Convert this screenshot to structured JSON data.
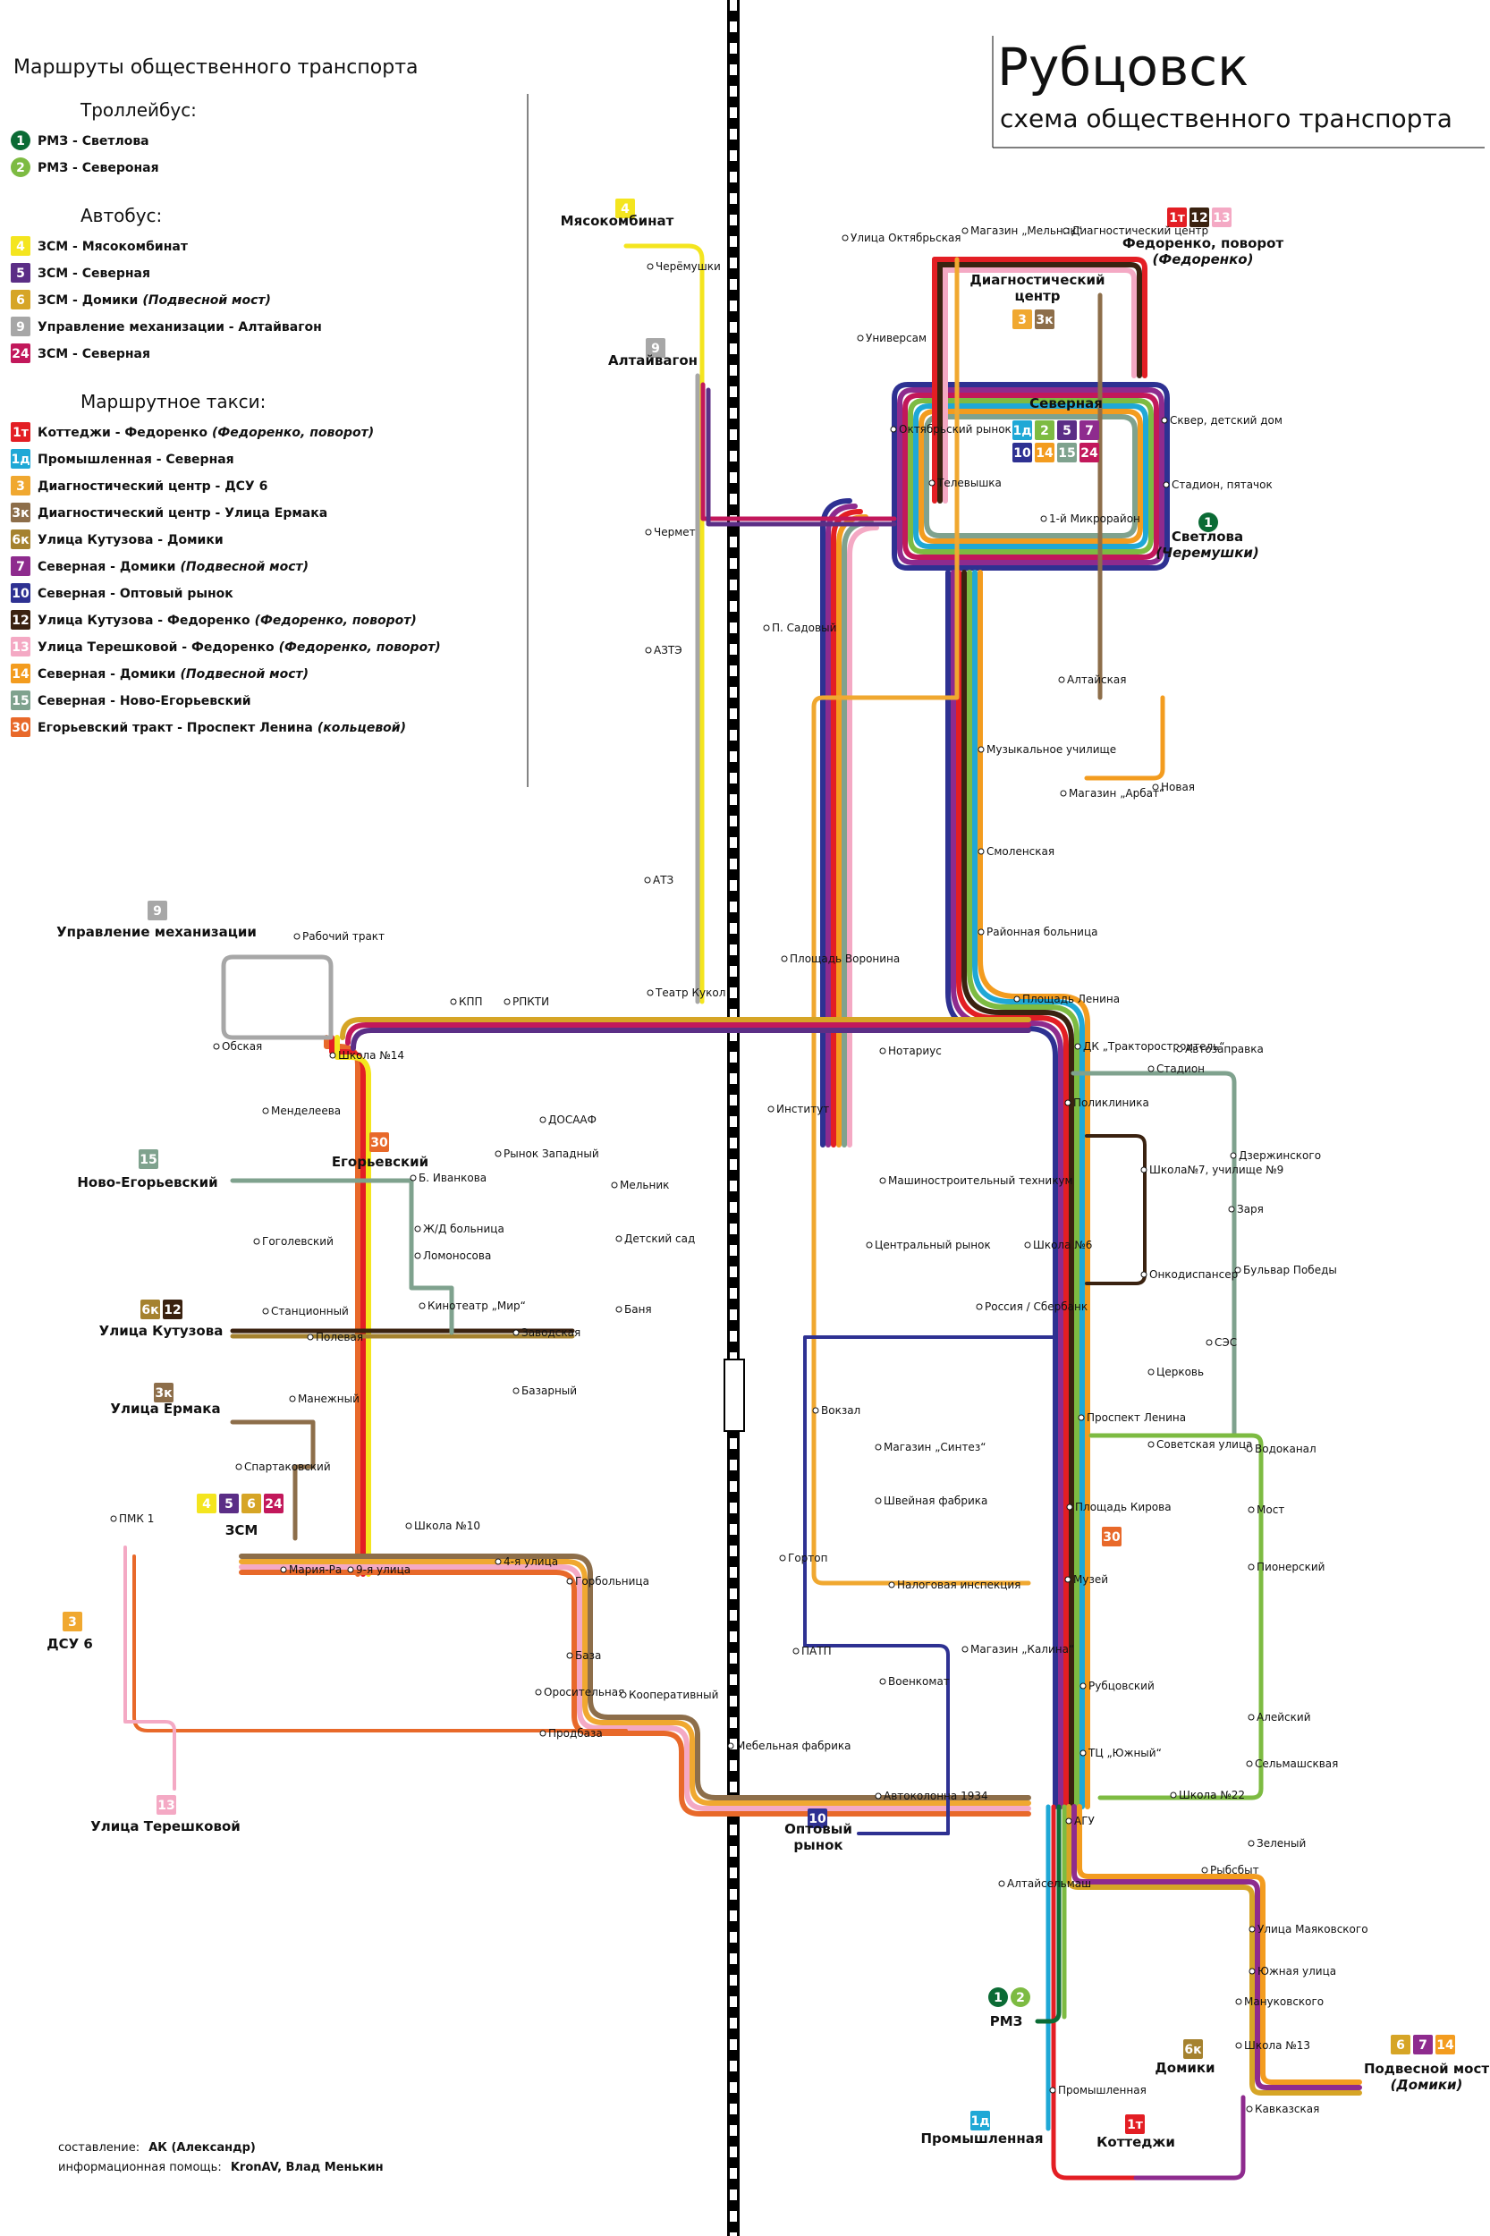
{
  "title": {
    "city": "Рубцовск",
    "subtitle": "схема общественного транспорта"
  },
  "legend": {
    "heading": "Маршруты общественного транспорта",
    "sections": [
      {
        "name": "Троллейбус:",
        "items": [
          {
            "code": "1",
            "color": "#0b6b35",
            "shape": "circle",
            "label": "РМЗ - Светлова",
            "note": ""
          },
          {
            "code": "2",
            "color": "#7dbb42",
            "shape": "circle",
            "label": "РМЗ - Североная",
            "note": ""
          }
        ]
      },
      {
        "name": "Автобус:",
        "items": [
          {
            "code": "4",
            "color": "#f4e51f",
            "shape": "square",
            "label": "ЗСМ - Мясокомбинат",
            "note": ""
          },
          {
            "code": "5",
            "color": "#5b2e86",
            "shape": "square",
            "label": "ЗСМ - Северная",
            "note": ""
          },
          {
            "code": "6",
            "color": "#d6a526",
            "shape": "square",
            "label": "ЗСМ - Домики",
            "note": "(Подвесной мост)"
          },
          {
            "code": "9",
            "color": "#a7a7a7",
            "shape": "square",
            "label": "Управление механизации - Алтайвагон",
            "note": ""
          },
          {
            "code": "24",
            "color": "#c2185b",
            "shape": "square",
            "label": "ЗСМ - Северная",
            "note": ""
          }
        ]
      },
      {
        "name": "Маршрутное такси:",
        "items": [
          {
            "code": "1т",
            "color": "#e31e24",
            "shape": "square",
            "label": "Коттеджи - Федоренко",
            "note": "(Федоренко, поворот)"
          },
          {
            "code": "1д",
            "color": "#1fa8d6",
            "shape": "square",
            "label": "Промышленная - Северная",
            "note": ""
          },
          {
            "code": "3",
            "color": "#f0a830",
            "shape": "square",
            "label": "Диагностический центр - ДСУ 6",
            "note": ""
          },
          {
            "code": "3к",
            "color": "#8d6e4a",
            "shape": "square",
            "label": "Диагностический центр - Улица Ермака",
            "note": ""
          },
          {
            "code": "6к",
            "color": "#a5822f",
            "shape": "square",
            "label": "Улица Кутузова - Домики",
            "note": ""
          },
          {
            "code": "7",
            "color": "#8e2b8e",
            "shape": "square",
            "label": "Северная - Домики",
            "note": "(Подвесной мост)"
          },
          {
            "code": "10",
            "color": "#2e3192",
            "shape": "square",
            "label": "Северная - Оптовый рынок",
            "note": ""
          },
          {
            "code": "12",
            "color": "#3a2210",
            "shape": "square",
            "label": "Улица Кутузова - Федоренко",
            "note": "(Федоренко, поворот)"
          },
          {
            "code": "13",
            "color": "#f4a9c4",
            "shape": "square",
            "label": "Улица Терешковой - Федоренко",
            "note": "(Федоренко, поворот)"
          },
          {
            "code": "14",
            "color": "#f39c1f",
            "shape": "square",
            "label": "Северная - Домики",
            "note": "(Подвесной мост)"
          },
          {
            "code": "15",
            "color": "#7fa28e",
            "shape": "square",
            "label": "Северная - Ново-Егорьевский",
            "note": ""
          },
          {
            "code": "30",
            "color": "#e8692a",
            "shape": "square",
            "label": "Егорьевский тракт - Проспект Ленина",
            "note": "(кольцевой)"
          }
        ]
      }
    ]
  },
  "credits": {
    "line1_label": "составление:",
    "line1_value": "АК (Александр)",
    "line2_label": "информационная помощь:",
    "line2_value": "KronAV, Влад Менькин"
  },
  "terminals": [
    {
      "id": "myaso",
      "name": "Мясокомбинат",
      "sub": "",
      "codes": [
        "4"
      ]
    },
    {
      "id": "altaivagon",
      "name": "Алтайвагон",
      "sub": "",
      "codes": [
        "9"
      ]
    },
    {
      "id": "fedorenko",
      "name": "Федоренко, поворот",
      "sub": "(Федоренко)",
      "codes": [
        "1т",
        "12",
        "13"
      ]
    },
    {
      "id": "diagn",
      "name": "Диагностический",
      "sub": "центр",
      "codes": [
        "3",
        "3к"
      ]
    },
    {
      "id": "severnaya",
      "name": "Северная",
      "sub": "",
      "codes": [
        "1д",
        "2",
        "5",
        "7",
        "10",
        "14",
        "15",
        "24"
      ]
    },
    {
      "id": "svetlova",
      "name": "Светлова",
      "sub": "(Черемушки)",
      "codes": [
        "1"
      ]
    },
    {
      "id": "upravl",
      "name": "Управление механизации",
      "sub": "",
      "codes": [
        "9"
      ]
    },
    {
      "id": "novoegor",
      "name": "Ново-Егорьевский",
      "sub": "",
      "codes": [
        "15"
      ]
    },
    {
      "id": "egorievsky",
      "name": "Егорьевский",
      "sub": "",
      "codes": [
        "30"
      ]
    },
    {
      "id": "kutuzova",
      "name": "Улица Кутузова",
      "sub": "",
      "codes": [
        "6к",
        "12"
      ]
    },
    {
      "id": "ermaka",
      "name": "Улица Ермака",
      "sub": "",
      "codes": [
        "3к"
      ]
    },
    {
      "id": "zsm",
      "name": "ЗСМ",
      "sub": "",
      "codes": [
        "4",
        "5",
        "6",
        "24"
      ]
    },
    {
      "id": "dsu6",
      "name": "ДСУ 6",
      "sub": "",
      "codes": [
        "3"
      ]
    },
    {
      "id": "tereshkova",
      "name": "Улица Терешковой",
      "sub": "",
      "codes": [
        "13"
      ]
    },
    {
      "id": "optovy",
      "name": "Оптовый",
      "sub": "рынок",
      "codes": [
        "10"
      ]
    },
    {
      "id": "egor30",
      "name": "",
      "sub": "",
      "codes": [
        "30"
      ]
    },
    {
      "id": "rmz",
      "name": "РМЗ",
      "sub": "",
      "codes": [
        "1",
        "2"
      ]
    },
    {
      "id": "domiki",
      "name": "Домики",
      "sub": "",
      "codes": [
        "6к"
      ]
    },
    {
      "id": "podvesnoy",
      "name": "Подвесной мост",
      "sub": "(Домики)",
      "codes": [
        "6",
        "7",
        "14"
      ]
    },
    {
      "id": "promysh",
      "name": "Промышленная",
      "sub": "",
      "codes": [
        "1д"
      ]
    },
    {
      "id": "kottedzhi",
      "name": "Коттеджи",
      "sub": "",
      "codes": [
        "1т"
      ]
    }
  ],
  "stops": [
    "Черёмушки",
    "Чермет",
    "АЗТЭ",
    "АТЗ",
    "Театр Кукол",
    "КПП",
    "РПКТИ",
    "Рабочий тракт",
    "Обская",
    "Школа №14",
    "Менделеева",
    "Б. Иванкова",
    "Гоголевский",
    "Ж/Д больница",
    "Ломоносова",
    "Станционный",
    "Полевая",
    "Кинотеатр „Мир“",
    "Заводская",
    "Манежный",
    "Спартаковский",
    "Базарный",
    "ПМК 1",
    "Мария-Ра",
    "9-я улица",
    "Школа №10",
    "4-я улица",
    "Горбольница",
    "База",
    "Оросительная",
    "Кооперативный",
    "Продбаза",
    "Мебельная фабрика",
    "Автоколонна 1934",
    "ДОСААФ",
    "Рынок Западный",
    "Мельник",
    "Детский сад",
    "Баня",
    "Улица Октябрьская",
    "Магазин „Мельник“",
    "Диагностический центр",
    "Универсам",
    "Октябрьский рынок",
    "Сквер, детский дом",
    "Телевышка",
    "Стадион, пятачок",
    "1-й Микрорайон",
    "П. Садовый",
    "Алтайская",
    "Музыкальное училище",
    "Магазин „Арбат“",
    "Новая",
    "Смоленская",
    "Районная больница",
    "Площадь Воронина",
    "Площадь Ленина",
    "Нотариус",
    "Институт",
    "Машиностроительный техникум",
    "Поликлиника",
    "ДК „Тракторостроитель“",
    "Стадион",
    "Автозаправка",
    "Школа№7, училище №9",
    "Дзержинского",
    "Заря",
    "Онкодиспансер",
    "Бульвар Победы",
    "Центральный рынок",
    "Школа №6",
    "Россия / Сбербанк",
    "СЭС",
    "Церковь",
    "Вокзал",
    "Проспект Ленина",
    "Советская улица",
    "Водоканал",
    "Магазин „Синтез“",
    "Швейная фабрика",
    "Площадь Кирова",
    "Мост",
    "Гортоп",
    "Налоговая инспекция",
    "Музей",
    "Пионерский",
    "ПАТП",
    "Магазин „Калина“",
    "Военкомат",
    "Рубцовский",
    "ТЦ „Южный“",
    "Алейский",
    "Сельмашсквая",
    "Школа №22",
    "АГУ",
    "Зеленый",
    "Рыбсбыт",
    "Алтайсельмаш",
    "Улица Маяковского",
    "Южная улица",
    "Мануковского",
    "Школа №13",
    "Кавказская",
    "Промышленная"
  ]
}
